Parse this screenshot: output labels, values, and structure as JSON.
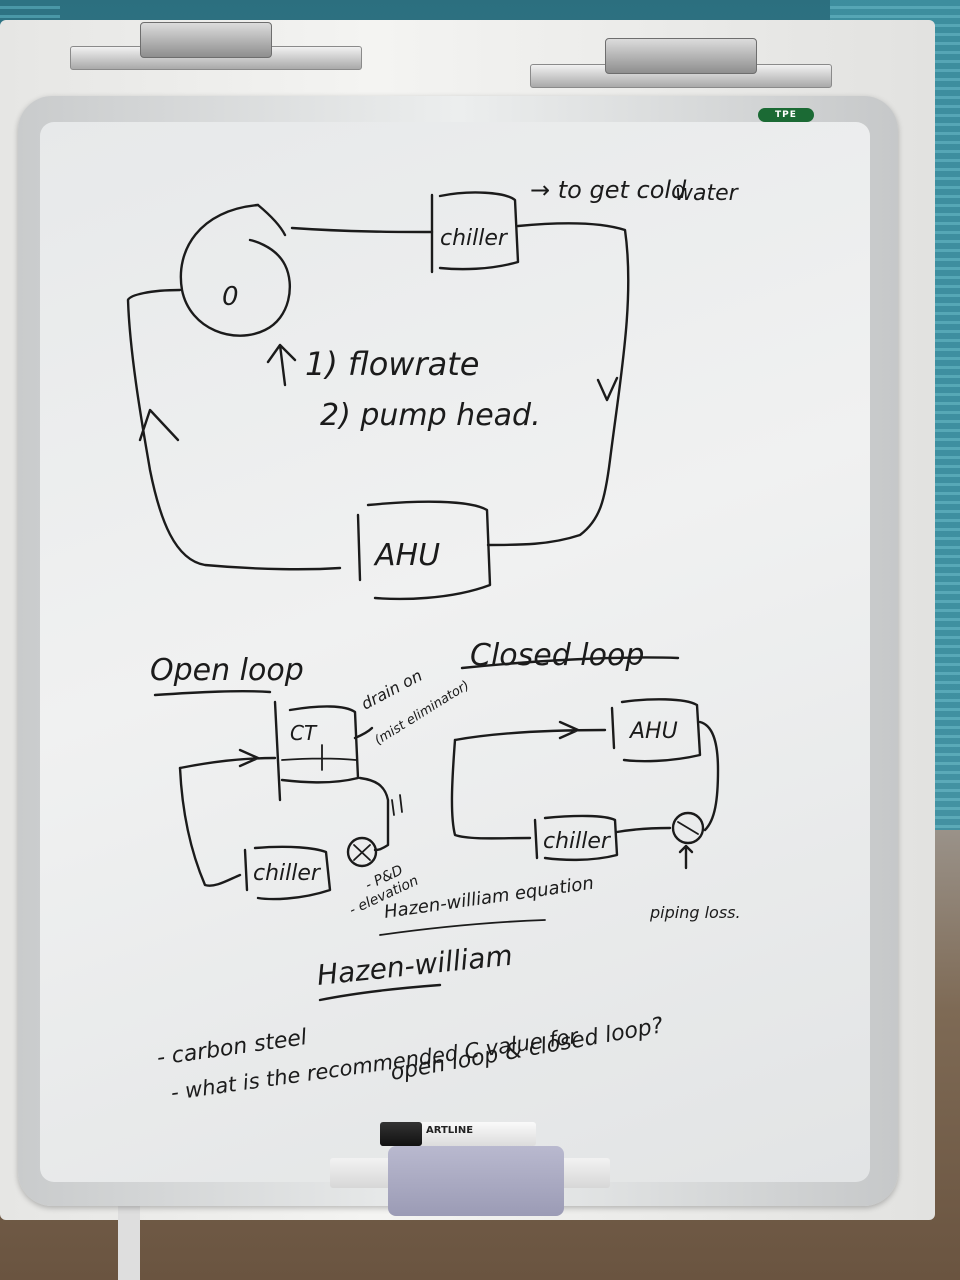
{
  "brand": {
    "label": "TPE"
  },
  "marker": {
    "label": "ARTLINE"
  },
  "colors": {
    "ink": "#1b1b1b",
    "board": "#eceeee",
    "frame": "#d8dadb",
    "brand_label": "#1b6a34"
  },
  "diagram_top": {
    "chiller": "chiller",
    "cold_water_note": "→ to get cold",
    "cold_water_note_2": "water",
    "pump_symbol": "0",
    "requirement_1": "1) flowrate",
    "requirement_2": "2) pump head.",
    "ahu": "AHU"
  },
  "open_loop": {
    "title": "Open loop",
    "cooling_tower": "CT",
    "drain_note": "drain on",
    "drain_note_2": "(mist eliminator)",
    "chiller": "chiller",
    "pump_note_1": "- P&D",
    "pump_note_2": "- elevation"
  },
  "closed_loop": {
    "title": "Closed loop",
    "ahu": "AHU",
    "chiller": "chiller",
    "piping_note": "piping loss."
  },
  "notes": {
    "equation": "Hazen-william equation",
    "equation_big": "Hazen-william",
    "bullet_1": "- carbon steel",
    "bullet_2": "- what is the recommended C value for",
    "bullet_2_cont": "open loop & closed loop?"
  }
}
